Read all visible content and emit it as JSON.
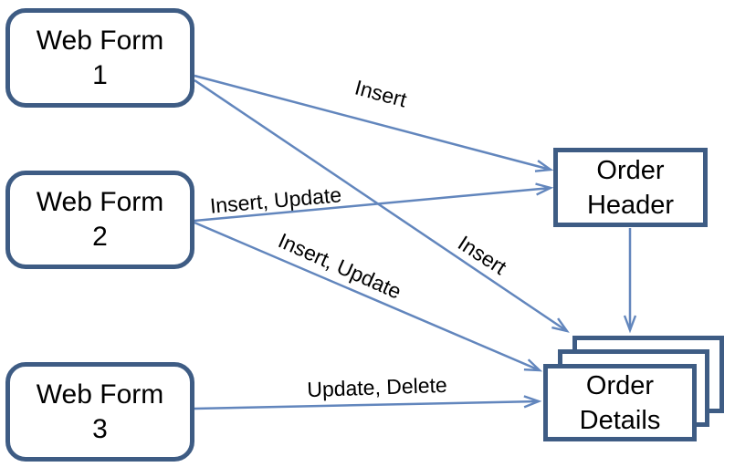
{
  "diagram": {
    "nodes": {
      "web_form_1": {
        "line1": "Web Form",
        "line2": "1"
      },
      "web_form_2": {
        "line1": "Web Form",
        "line2": "2"
      },
      "web_form_3": {
        "line1": "Web Form",
        "line2": "3"
      },
      "order_header": {
        "line1": "Order",
        "line2": "Header"
      },
      "order_details": {
        "line1": "Order",
        "line2": "Details"
      }
    },
    "edges": {
      "wf1_to_header": {
        "label": "Insert"
      },
      "wf1_to_details": {
        "label": "Insert"
      },
      "wf2_to_header": {
        "label": "Insert, Update"
      },
      "wf2_to_details": {
        "label": "Insert, Update"
      },
      "wf3_to_details": {
        "label": "Update, Delete"
      }
    },
    "colors": {
      "background": "#ffffff",
      "node_fill": "#ffffff",
      "node_border": "#3e5c84",
      "connector": "#6286bd",
      "text": "#000000"
    }
  }
}
